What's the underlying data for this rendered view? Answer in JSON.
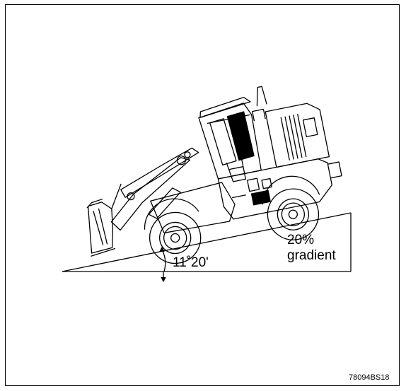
{
  "labels": {
    "gradient_value": "20%",
    "gradient_word": "gradient",
    "angle": "11˚20'",
    "figure_code": "78094BS18"
  },
  "colors": {
    "line": "#000000",
    "background": "#ffffff"
  },
  "icons": {
    "machine": "wheel-loader-icon"
  }
}
